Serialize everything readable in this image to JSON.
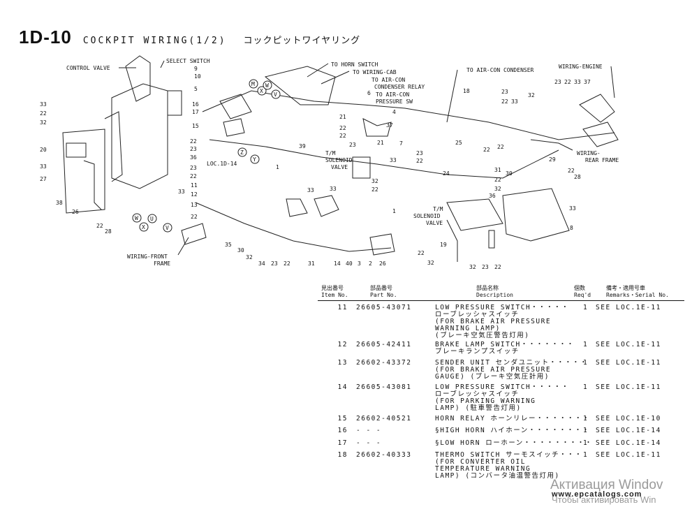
{
  "header": {
    "code": "1D-10",
    "title_en": "COCKPIT WIRING(1/2)",
    "title_jp": "コックピットワイヤリング"
  },
  "callouts": [
    {
      "id": "control-valve",
      "text": "CONTROL VALVE"
    },
    {
      "id": "select-switch",
      "text": "SELECT SWITCH"
    },
    {
      "id": "to-horn-switch",
      "text": "TO HORN SWITCH"
    },
    {
      "id": "to-wiring-cab",
      "text": "TO WIRING-CAB"
    },
    {
      "id": "to-aircon-condenser-relay-1",
      "text": "TO AIR-CON"
    },
    {
      "id": "to-aircon-condenser-relay-2",
      "text": "CONDENSER RELAY"
    },
    {
      "id": "to-aircon-pressure-1",
      "text": "TO AIR-CON"
    },
    {
      "id": "to-aircon-pressure-2",
      "text": "PRESSURE SW"
    },
    {
      "id": "to-aircon-condenser",
      "text": "TO AIR-CON CONDENSER"
    },
    {
      "id": "wiring-engine",
      "text": "WIRING-ENGINE"
    },
    {
      "id": "wiring-rear-frame-1",
      "text": "WIRING-"
    },
    {
      "id": "wiring-rear-frame-2",
      "text": "REAR FRAME"
    },
    {
      "id": "tm-solenoid-1",
      "text": "T/M"
    },
    {
      "id": "tm-solenoid-2",
      "text": "SOLENOID"
    },
    {
      "id": "tm-solenoid-3",
      "text": "VALVE"
    },
    {
      "id": "loc",
      "text": "LOC.1D-14"
    },
    {
      "id": "wiring-front-frame-1",
      "text": "WIRING-FRONT"
    },
    {
      "id": "wiring-front-frame-2",
      "text": "FRAME"
    }
  ],
  "table": {
    "headers": {
      "item_jp": "見出番号",
      "item_en": "Item No.",
      "part_jp": "部品番号",
      "part_en": "Part No.",
      "desc_jp": "部品名称",
      "desc_en": "Description",
      "qty_jp": "個数",
      "qty_en": "Req'd",
      "rem_jp": "備考・適用号車",
      "rem_en": "Remarks・Serial No."
    },
    "rows": [
      {
        "no": "11",
        "part": "26605-43071",
        "desc": [
          "LOW PRESSURE SWITCH・・・・・",
          "ローブレッシャスイッチ",
          "(FOR BRAKE AIR PRESSURE",
          "WARNING LAMP)",
          "(ブレーキ空気圧警告灯用)"
        ],
        "qty": "1",
        "remarks": "SEE LOC.1E-11"
      },
      {
        "no": "12",
        "part": "26605-42411",
        "desc": [
          "BRAKE LAMP SWITCH・・・・・・・",
          "ブレーキランプスイッチ"
        ],
        "qty": "1",
        "remarks": "SEE LOC.1E-11"
      },
      {
        "no": "13",
        "part": "26602-43372",
        "desc": [
          "SENDER UNIT センダユニット・・・・・",
          "(FOR BRAKE AIR PRESSURE",
          "GAUGE) (ブレーキ空気圧計用)"
        ],
        "qty": "1",
        "remarks": "SEE LOC.1E-11"
      },
      {
        "no": "14",
        "part": "26605-43081",
        "desc": [
          "LOW PRESSURE SWITCH・・・・・",
          "ローブレッシャスイッチ",
          "(FOR PARKING WARNING",
          "LAMP) (駐車警告灯用)"
        ],
        "qty": "1",
        "remarks": "SEE LOC.1E-11"
      },
      {
        "no": "15",
        "part": "26602-40521",
        "desc": [
          "HORN RELAY ホーンリレー・・・・・・・"
        ],
        "qty": "1",
        "remarks": "SEE LOC.1E-10"
      },
      {
        "no": "16",
        "part": "- - -",
        "desc": [
          "§HIGH HORN ハイホーン・・・・・・・・"
        ],
        "qty": "1",
        "remarks": "SEE LOC.1E-14"
      },
      {
        "no": "17",
        "part": "- - -",
        "desc": [
          "§LOW HORN ローホーン・・・・・・・・・"
        ],
        "qty": "1",
        "remarks": "SEE LOC.1E-14"
      },
      {
        "no": "18",
        "part": "26602-40333",
        "desc": [
          "THERMO SWITCH サーモスイッチ・・・",
          "(FOR CONVERTER OIL",
          "TEMPERATURE WARNING",
          "LAMP) (コンバータ油温警告灯用)"
        ],
        "qty": "1",
        "remarks": "SEE LOC.1E-11"
      }
    ]
  },
  "footer": {
    "site": "www.epcatalogs.com",
    "watermark_1": "Активация Windov",
    "watermark_2": "Чтобы активировать Win"
  }
}
